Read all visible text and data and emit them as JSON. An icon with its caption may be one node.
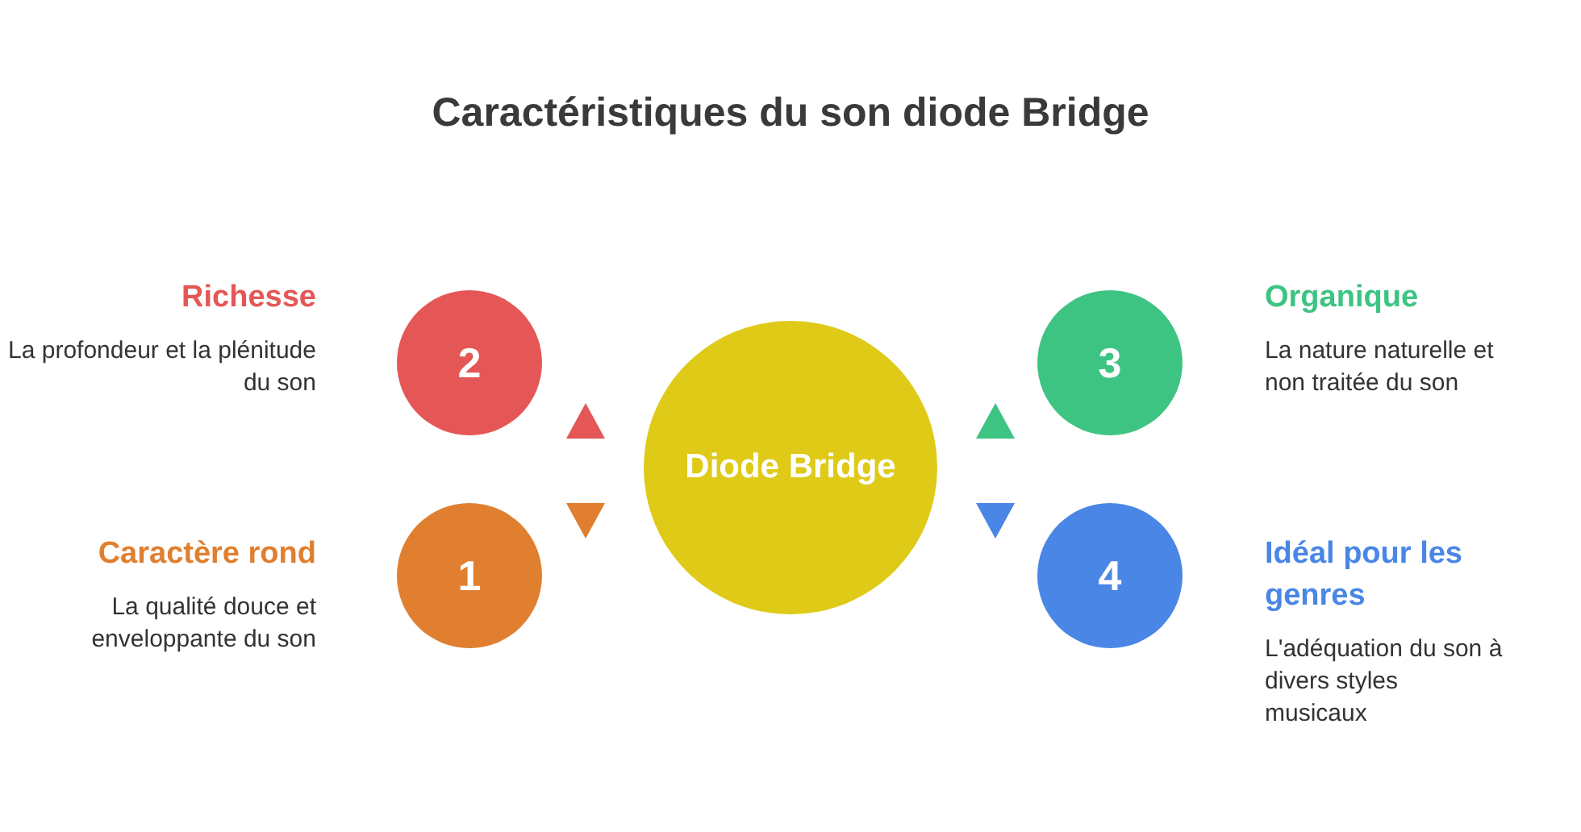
{
  "diagram": {
    "title": "Caractéristiques du son diode Bridge",
    "nodes": [
      {
        "text": [
          "2"
        ],
        "beside": [
          "Richesse",
          "La profondeur et la plénitude du son"
        ]
      },
      {
        "text": [
          "3"
        ],
        "beside": [
          "Organique",
          "La nature naturelle et non traitée du son"
        ]
      },
      {
        "text": [
          "Diode Bridge"
        ]
      },
      {
        "text": [
          "1"
        ],
        "beside": [
          "Caractère rond",
          "La qualité douce et enveloppante du son"
        ]
      },
      {
        "text": [
          "4"
        ],
        "beside": [
          "Idéal pour les genres",
          "L'adéquation du son à divers styles musicaux"
        ]
      }
    ]
  }
}
